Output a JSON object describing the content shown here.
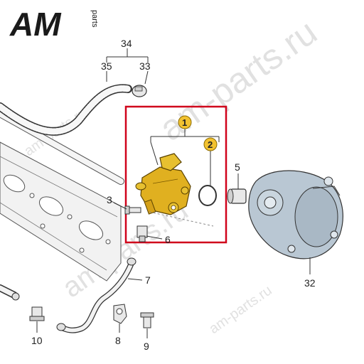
{
  "logo": {
    "main": "AM",
    "sub": "parts",
    "color": "#1a1a1a"
  },
  "watermark": {
    "large": "am-parts.ru",
    "small": "am-parts.ru",
    "big_letters": "am"
  },
  "highlight_box_color": "#d0021b",
  "badge_color": "#f2c230",
  "callouts": {
    "c1": "1",
    "c2": "2",
    "c3": "3",
    "c5": "5",
    "c6": "6",
    "c7": "7",
    "c8": "8",
    "c9": "9",
    "c10": "10",
    "c32": "32",
    "c33": "33",
    "c34": "34",
    "c35": "35"
  }
}
